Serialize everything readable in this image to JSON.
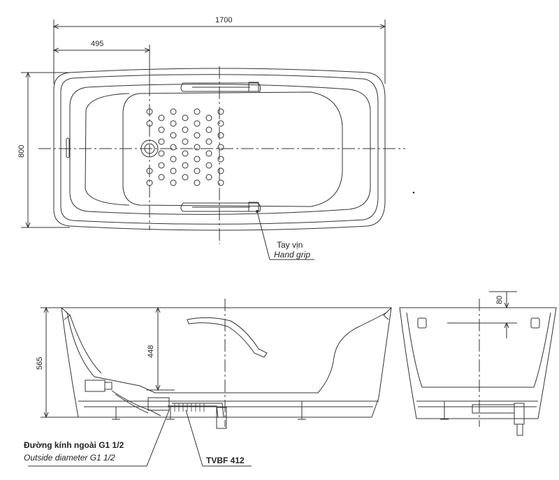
{
  "dimensions": {
    "overall_length": "1700",
    "drain_offset": "495",
    "overall_width": "800",
    "overall_height": "565",
    "inner_depth": "448",
    "rim_height": "80"
  },
  "labels": {
    "hand_grip_vi": "Tay vịn",
    "hand_grip_en": "Hand grip",
    "outside_diameter_vi": "Đường kính ngoài G1 1/2",
    "outside_diameter_en": "Outside diameter G1 1/2",
    "drain_model": "TVBF 412"
  },
  "colors": {
    "line": "#333333",
    "background": "#ffffff"
  }
}
